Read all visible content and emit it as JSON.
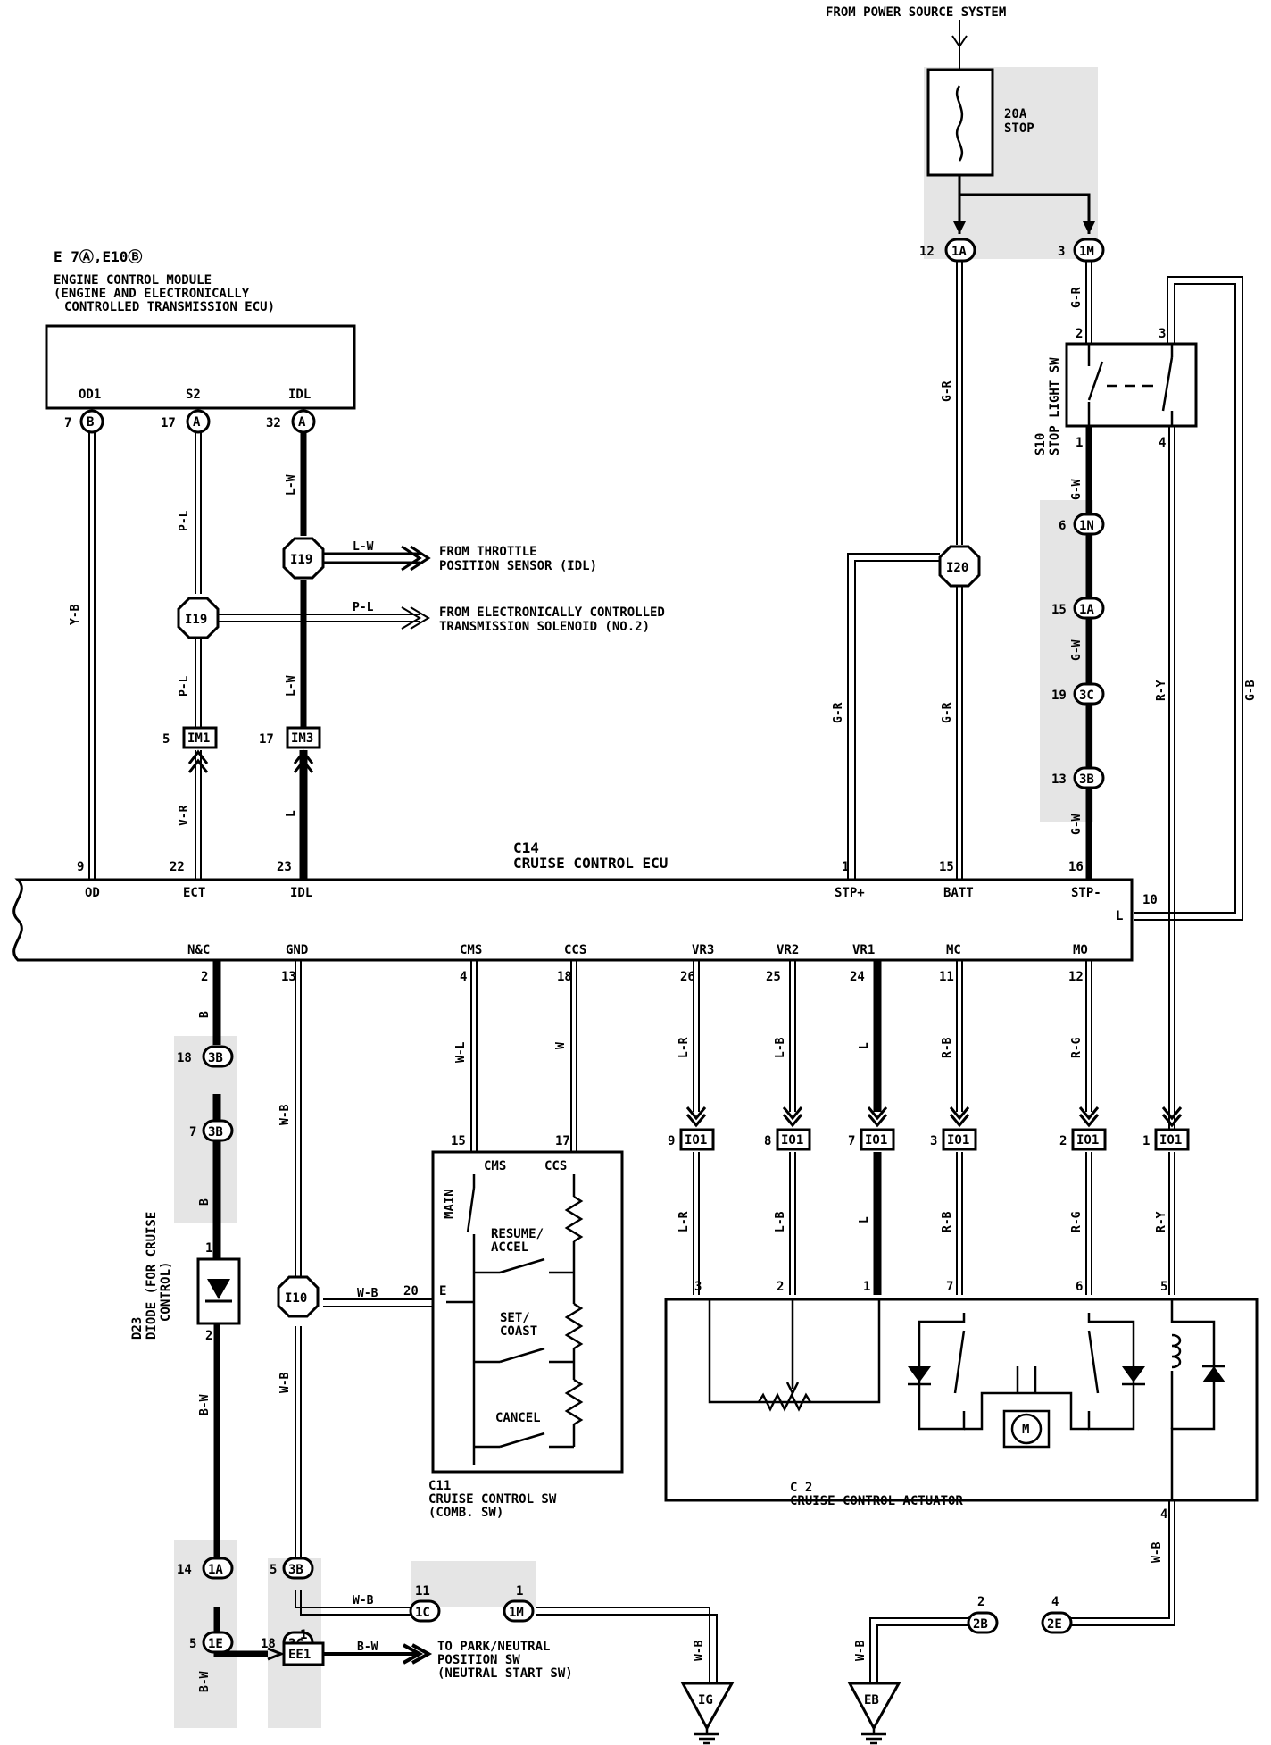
{
  "power": {
    "source": "FROM POWER SOURCE SYSTEM",
    "fuse_rating": "20A",
    "fuse_name": "STOP"
  },
  "ecm": {
    "ref": "E 7Ⓐ,E10Ⓑ",
    "title1": "ENGINE CONTROL MODULE",
    "title2": "(ENGINE AND ELECTRONICALLY",
    "title3": "CONTROLLED TRANSMISSION ECU)",
    "pins": [
      {
        "name": "OD1",
        "num": "7",
        "conn": "B"
      },
      {
        "name": "S2",
        "num": "17",
        "conn": "A"
      },
      {
        "name": "IDL",
        "num": "32",
        "conn": "A"
      }
    ]
  },
  "ecu": {
    "ref": "C14",
    "title": "CRUISE CONTROL ECU",
    "top_pins": [
      {
        "num": "9",
        "name": "OD"
      },
      {
        "num": "22",
        "name": "ECT"
      },
      {
        "num": "23",
        "name": "IDL"
      },
      {
        "num": "1",
        "name": "STP+"
      },
      {
        "num": "15",
        "name": "BATT"
      },
      {
        "num": "16",
        "name": "STP-"
      }
    ],
    "right_pin": {
      "num": "10",
      "name": "L"
    },
    "bottom_pins": [
      {
        "num": "2",
        "name": "N&C"
      },
      {
        "num": "13",
        "name": "GND"
      },
      {
        "num": "4",
        "name": "CMS"
      },
      {
        "num": "18",
        "name": "CCS"
      },
      {
        "num": "26",
        "name": "VR3"
      },
      {
        "num": "25",
        "name": "VR2"
      },
      {
        "num": "24",
        "name": "VR1"
      },
      {
        "num": "11",
        "name": "MC"
      },
      {
        "num": "12",
        "name": "MO"
      }
    ]
  },
  "wires": {
    "yb": "Y-B",
    "pl": "P-L",
    "lw": "L-W",
    "vr": "V-R",
    "l": "L",
    "gr": "G-R",
    "gw": "G-W",
    "ry": "R-Y",
    "gb": "G-B",
    "b": "B",
    "wb": "W-B",
    "wl": "W-L",
    "w": "W",
    "lr": "L-R",
    "lb": "L-B",
    "rb": "R-B",
    "rg": "R-G",
    "bw": "B-W"
  },
  "junctions": {
    "i19": "I19",
    "i20": "I20",
    "i10": "I10",
    "im1": "IM1",
    "im3": "IM3",
    "io1": "IO1",
    "ee1": "EE1"
  },
  "sources": {
    "throttle1": "FROM THROTTLE",
    "throttle2": "POSITION SENSOR (IDL)",
    "sol1": "FROM ELECTRONICALLY CONTROLLED",
    "sol2": "TRANSMISSION SOLENOID (NO.2)"
  },
  "connectors": {
    "c12_1a": "12",
    "c3_1m": "3",
    "c6_1n": "6",
    "c15_1a": "15",
    "c19_3c": "19",
    "c13_3b": "13",
    "c18_3b": "18",
    "c7_3b": "7",
    "c14_1a": "14",
    "c5_1e": "5",
    "c5_3b": "5",
    "c18_3c": "18",
    "c11_1c": "11",
    "c1_1m": "1",
    "c2_2b": "2",
    "c4_2e": "4",
    "im1": "5",
    "im3": "17",
    "ee1": "1",
    "n1a": "1A",
    "n1m": "1M",
    "n1n": "1N",
    "n3c": "3C",
    "n3b": "3B",
    "n1e": "1E",
    "n1c": "1C",
    "n2b": "2B",
    "n2e": "2E"
  },
  "stop_sw": {
    "ref": "S10",
    "name": "STOP LIGHT SW",
    "p1": "1",
    "p2": "2",
    "p3": "3",
    "p4": "4"
  },
  "diode": {
    "ref": "D23",
    "name1": "DIODE (FOR CRUISE",
    "name2": "CONTROL)",
    "p1": "1",
    "p2": "2"
  },
  "cruise_sw": {
    "ref": "C11",
    "name1": "CRUISE CONTROL SW",
    "name2": "(COMB. SW)",
    "p15": "15",
    "p17": "17",
    "p20": "20",
    "cms": "CMS",
    "ccs": "CCS",
    "e": "E",
    "main": "MAIN",
    "resume1": "RESUME/",
    "resume2": "ACCEL",
    "set1": "SET/",
    "set2": "COAST",
    "cancel": "CANCEL"
  },
  "actuator": {
    "ref": "C 2",
    "name": "CRUISE CONTROL ACTUATOR",
    "pins": [
      "3",
      "2",
      "1",
      "7",
      "6",
      "5",
      "4"
    ],
    "io1_pins": [
      "9",
      "8",
      "7",
      "3",
      "2",
      "1"
    ],
    "motor": "M"
  },
  "grounds": {
    "ig": "IG",
    "eb": "EB"
  },
  "park": {
    "l1": "TO PARK/NEUTRAL",
    "l2": "POSITION SW",
    "l3": "(NEUTRAL START SW)"
  }
}
